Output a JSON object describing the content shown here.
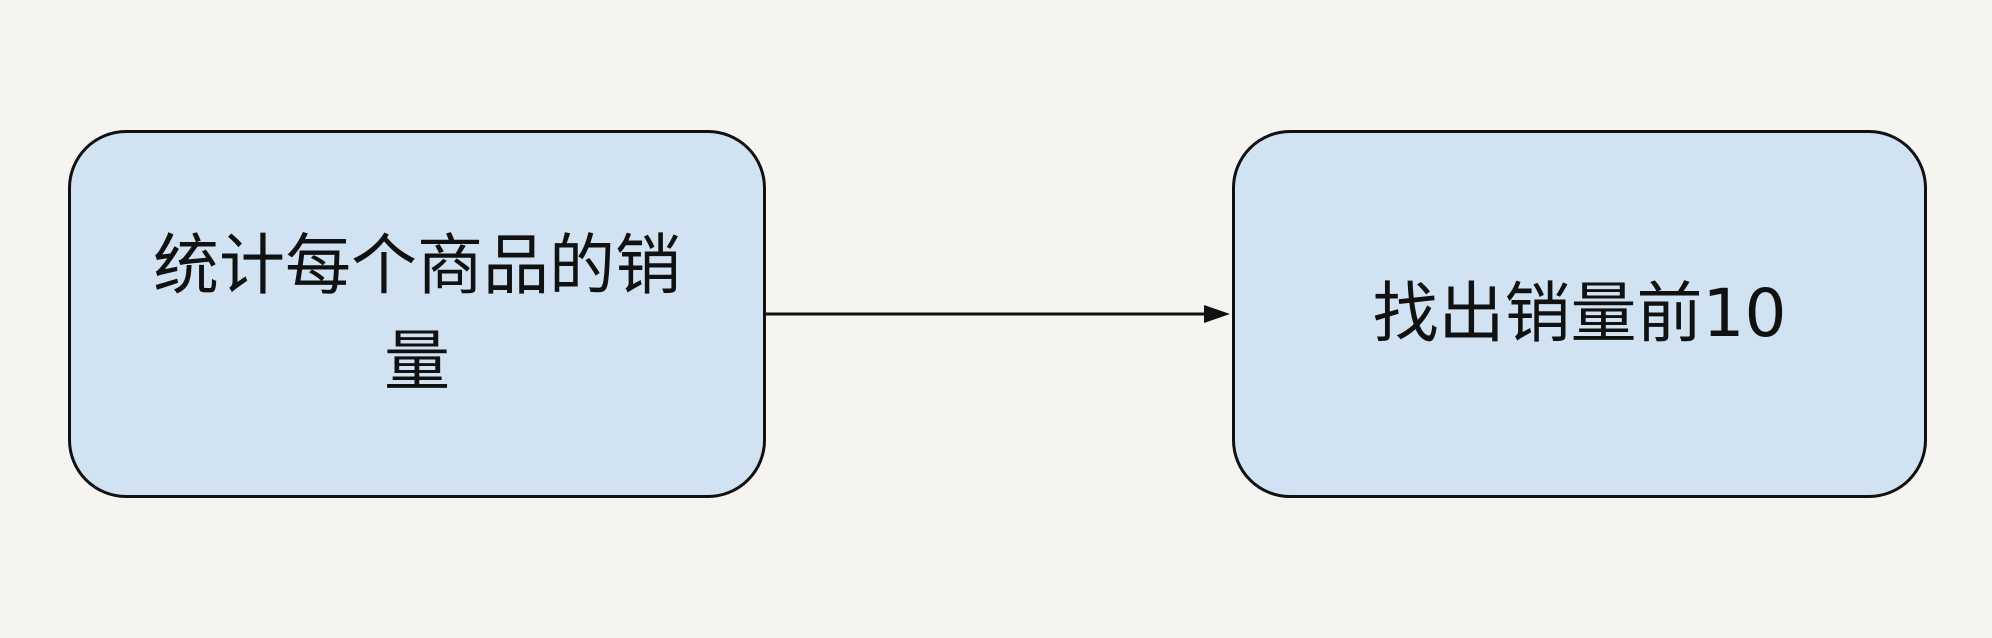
{
  "diagram": {
    "nodes": [
      {
        "id": "count-sales",
        "label": "统计每个商品的销量"
      },
      {
        "id": "find-top10",
        "label": "找出销量前10"
      }
    ],
    "edges": [
      {
        "from": "count-sales",
        "to": "find-top10"
      }
    ]
  },
  "colors": {
    "background": "#f5f4f0",
    "node_fill": "#d1e3f3",
    "node_stroke": "#111111",
    "edge": "#111111"
  }
}
